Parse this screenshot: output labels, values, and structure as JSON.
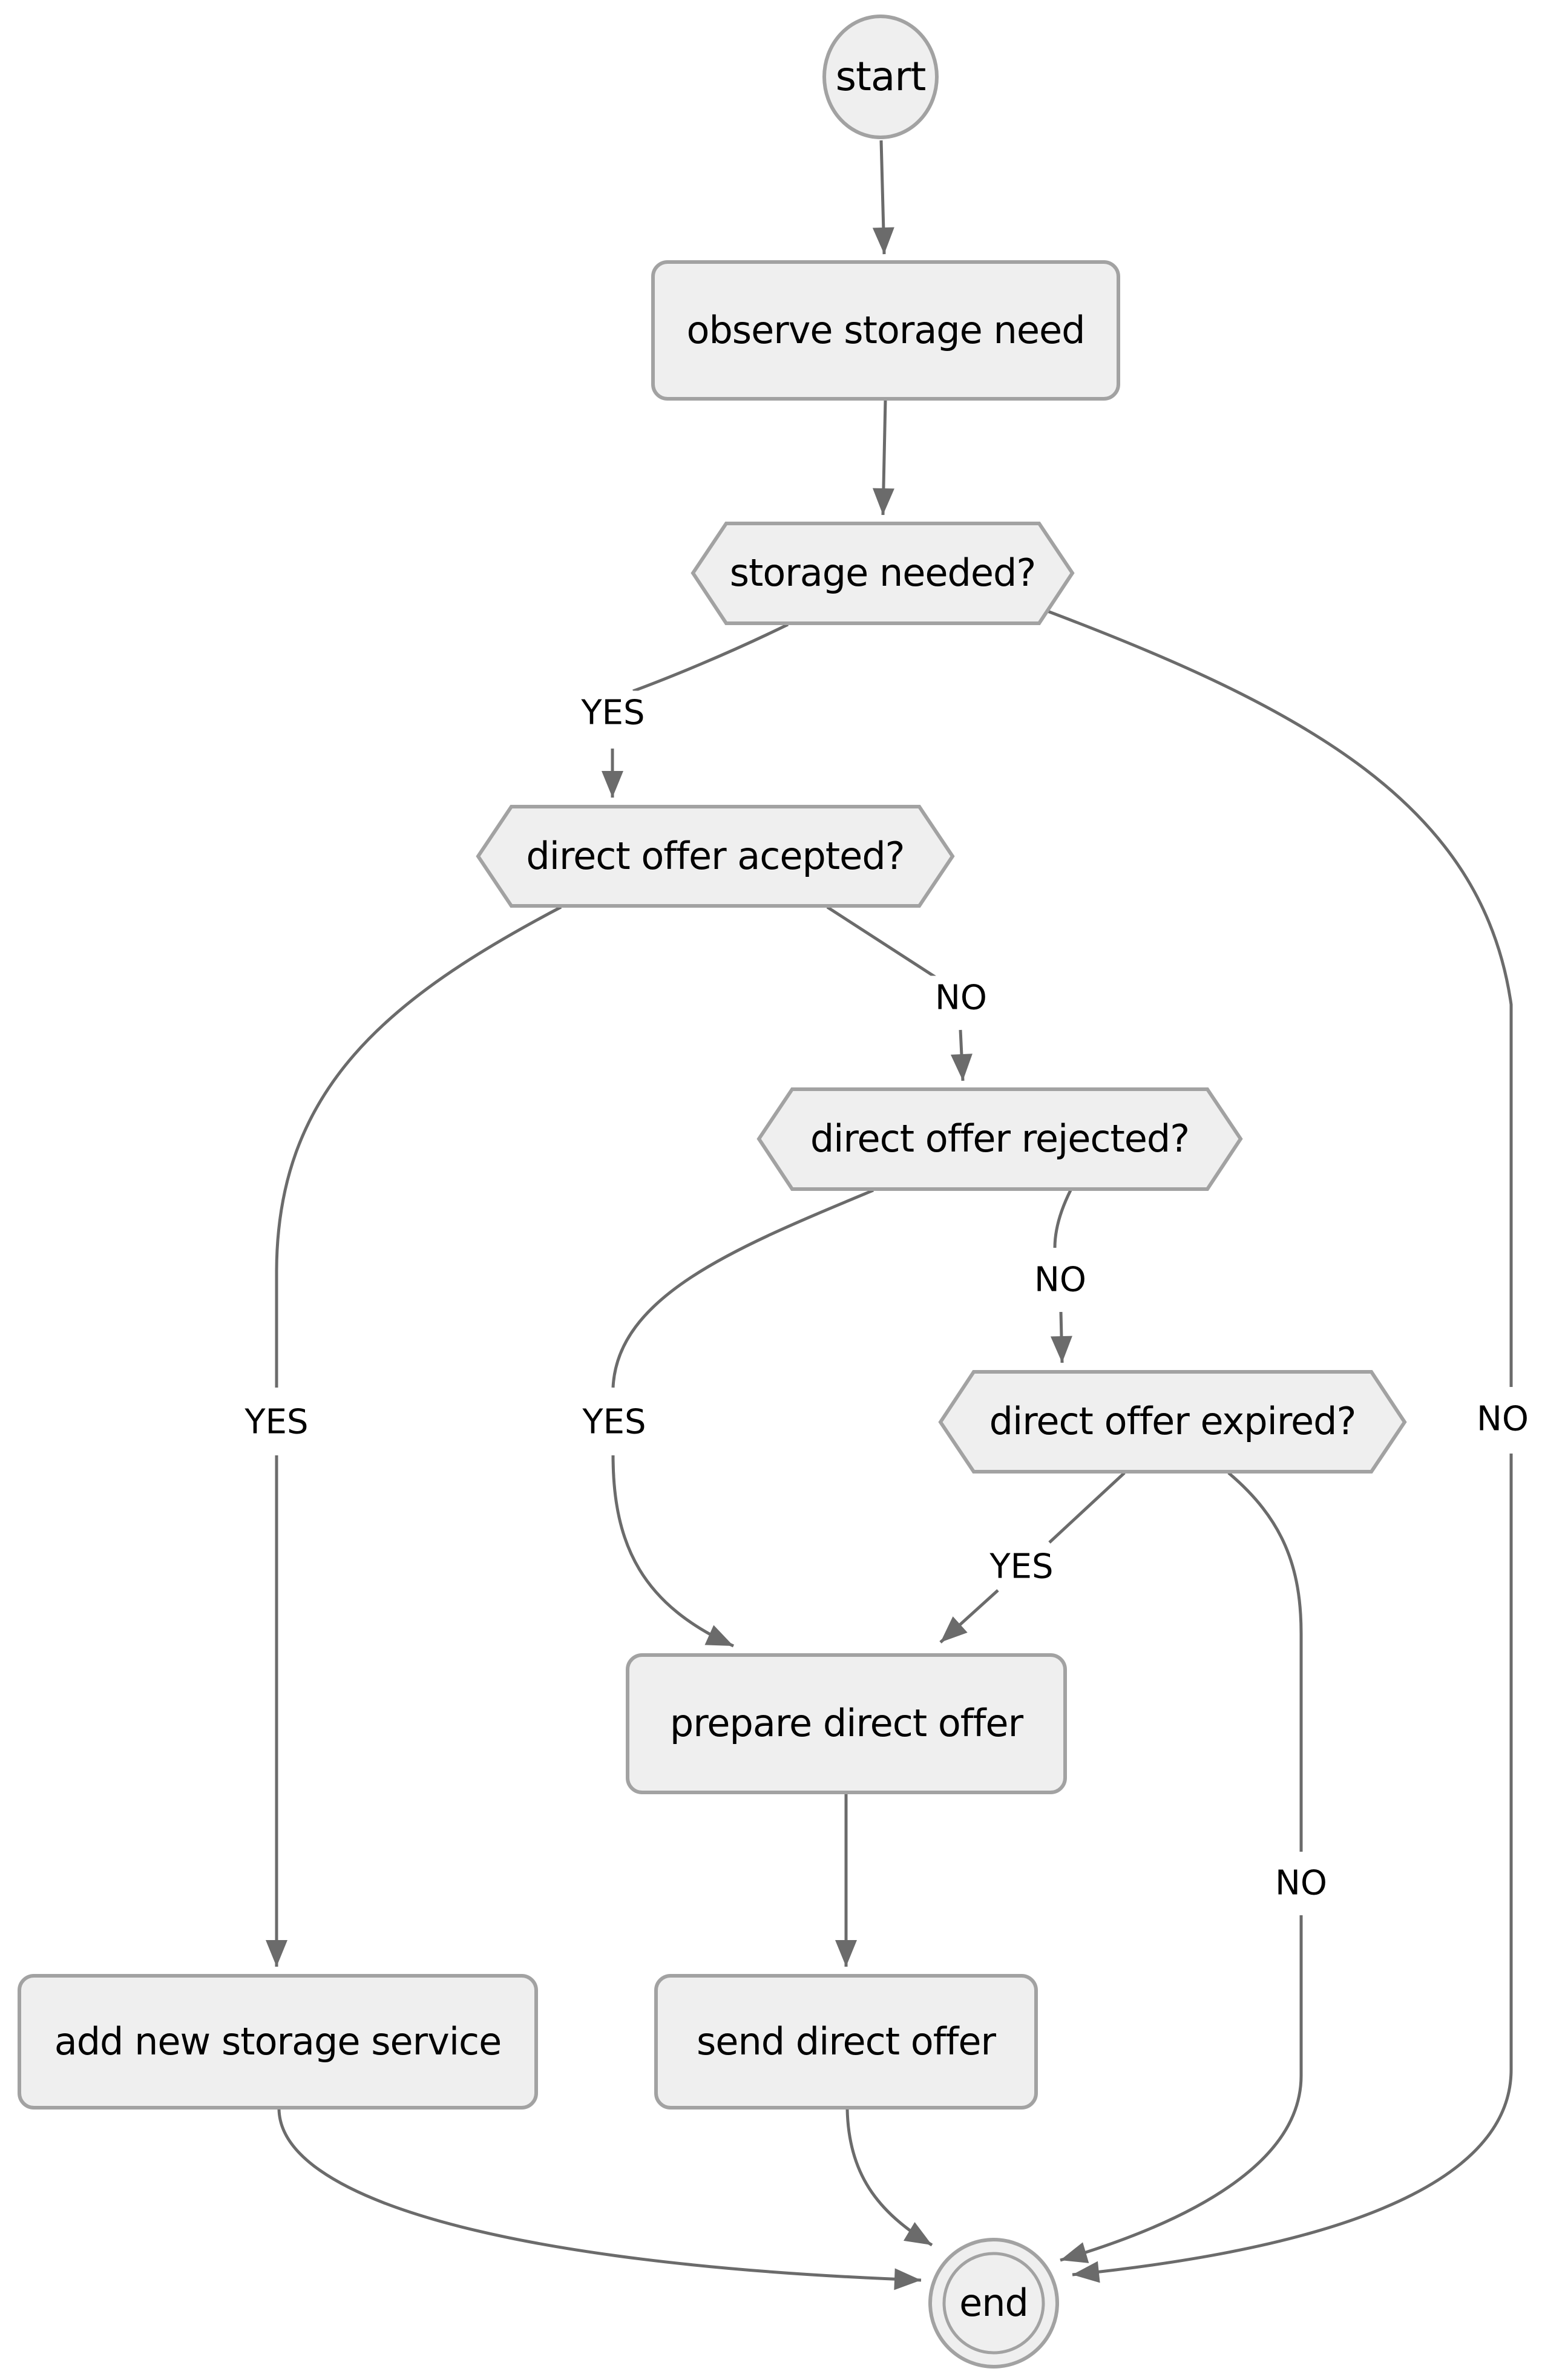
{
  "diagram": {
    "type": "flowchart",
    "background": "#ffffff",
    "colors": {
      "node_fill": "#efefef",
      "node_border": "#a2a2a2",
      "edge_line": "#6b6b6b",
      "text": "#000000"
    },
    "nodes": {
      "start": {
        "label": "start",
        "shape": "circle"
      },
      "observe": {
        "label": "observe storage need",
        "shape": "rounded-rect"
      },
      "storage_needed": {
        "label": "storage needed?",
        "shape": "hexagon"
      },
      "accepted": {
        "label": "direct offer acepted?",
        "shape": "hexagon"
      },
      "rejected": {
        "label": "direct offer rejected?",
        "shape": "hexagon"
      },
      "expired": {
        "label": "direct offer expired?",
        "shape": "hexagon"
      },
      "prepare": {
        "label": "prepare direct offer",
        "shape": "rounded-rect"
      },
      "add_new": {
        "label": "add new storage service",
        "shape": "rounded-rect"
      },
      "send": {
        "label": "send direct offer",
        "shape": "rounded-rect"
      },
      "end": {
        "label": "end",
        "shape": "double-circle"
      }
    },
    "edge_labels": {
      "storage_yes": "YES",
      "storage_no": "NO",
      "accepted_yes": "YES",
      "accepted_no": "NO",
      "rejected_yes": "YES",
      "rejected_no": "NO",
      "expired_yes": "YES",
      "expired_no": "NO"
    },
    "edges": [
      {
        "from": "start",
        "to": "observe",
        "label": ""
      },
      {
        "from": "observe",
        "to": "storage_needed",
        "label": ""
      },
      {
        "from": "storage_needed",
        "to": "accepted",
        "label": "YES"
      },
      {
        "from": "storage_needed",
        "to": "end",
        "label": "NO"
      },
      {
        "from": "accepted",
        "to": "add_new",
        "label": "YES"
      },
      {
        "from": "accepted",
        "to": "rejected",
        "label": "NO"
      },
      {
        "from": "rejected",
        "to": "prepare",
        "label": "YES"
      },
      {
        "from": "rejected",
        "to": "expired",
        "label": "NO"
      },
      {
        "from": "expired",
        "to": "prepare",
        "label": "YES"
      },
      {
        "from": "expired",
        "to": "end",
        "label": "NO"
      },
      {
        "from": "prepare",
        "to": "send",
        "label": ""
      },
      {
        "from": "add_new",
        "to": "end",
        "label": ""
      },
      {
        "from": "send",
        "to": "end",
        "label": ""
      }
    ]
  }
}
